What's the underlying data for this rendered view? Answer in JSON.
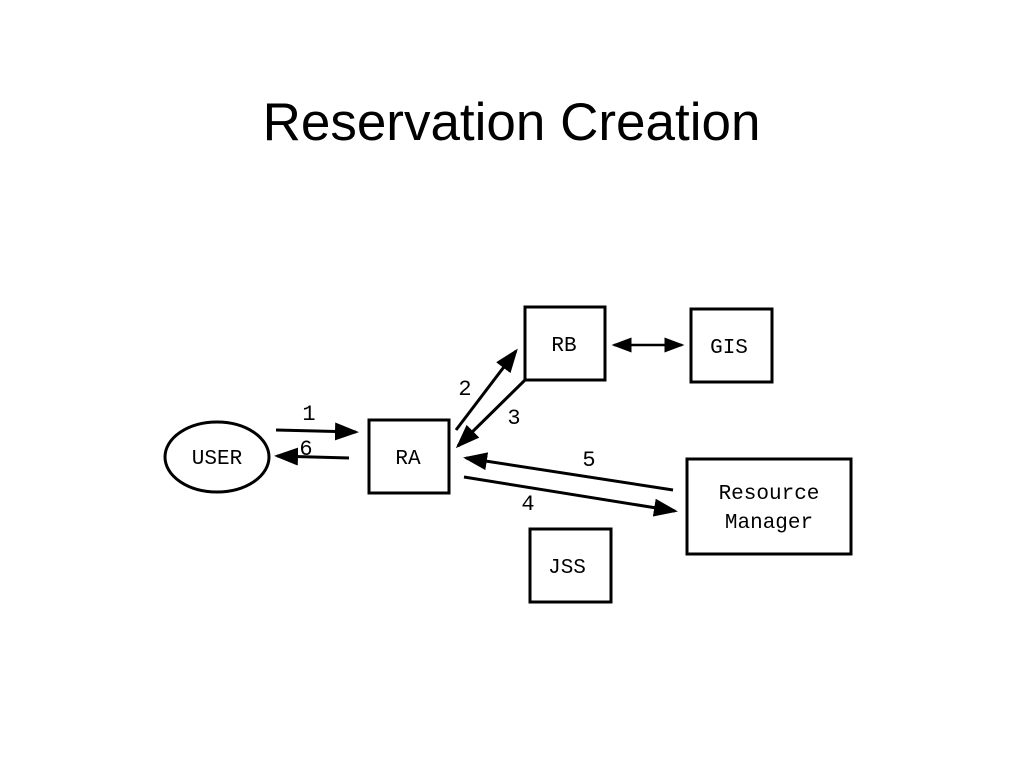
{
  "slide": {
    "title": "Reservation Creation"
  },
  "diagram": {
    "nodes": {
      "user": "USER",
      "ra": "RA",
      "rb": "RB",
      "gis": "GIS",
      "resource_manager_line1": "Resource",
      "resource_manager_line2": "Manager",
      "jss": "JSS"
    },
    "steps": {
      "s1": "1",
      "s2": "2",
      "s3": "3",
      "s4": "4",
      "s5": "5",
      "s6": "6"
    }
  },
  "colors": {
    "background": "#ffffff",
    "ink": "#000000",
    "box_border": "#000000"
  }
}
